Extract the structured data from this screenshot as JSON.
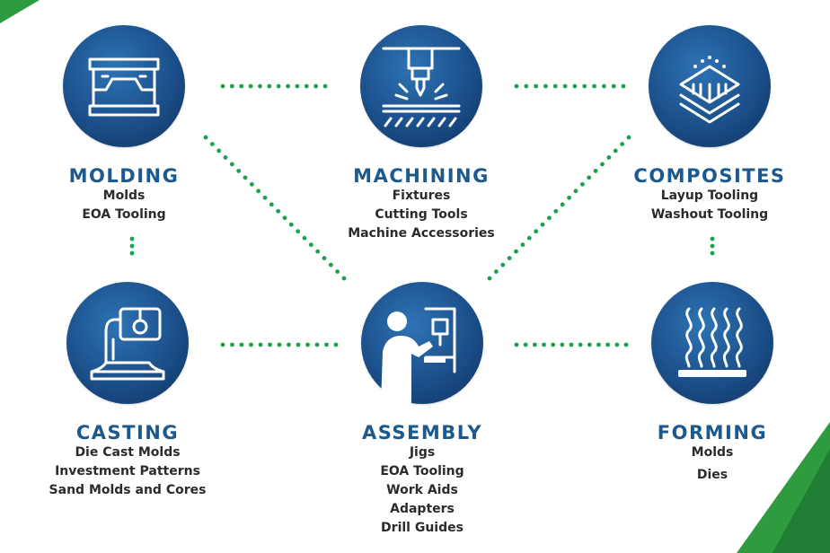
{
  "nodes": {
    "molding": {
      "title": "MOLDING",
      "items": [
        "Molds",
        "EOA Tooling"
      ],
      "icon": "injection-mold-icon"
    },
    "machining": {
      "title": "MACHINING",
      "items": [
        "Fixtures",
        "Cutting Tools",
        "Machine Accessories"
      ],
      "icon": "cnc-spindle-icon"
    },
    "composites": {
      "title": "COMPOSITES",
      "items": [
        "Layup Tooling",
        "Washout Tooling"
      ],
      "icon": "composite-layers-icon"
    },
    "casting": {
      "title": "CASTING",
      "items": [
        "Die Cast Molds",
        "Investment Patterns",
        "Sand Molds and Cores"
      ],
      "icon": "casting-ladle-icon"
    },
    "assembly": {
      "title": "ASSEMBLY",
      "items": [
        "Jigs",
        "EOA Tooling",
        "Work Aids",
        "Adapters",
        "Drill Guides"
      ],
      "icon": "worker-machine-icon"
    },
    "forming": {
      "title": "FORMING",
      "items": [
        "Molds",
        "Dies"
      ],
      "icon": "heat-waves-icon"
    }
  },
  "colors": {
    "title": "#1c5a8e",
    "circle": "#1b4f8a",
    "connector": "#1aa34a",
    "accent": "#2e9b3e"
  }
}
